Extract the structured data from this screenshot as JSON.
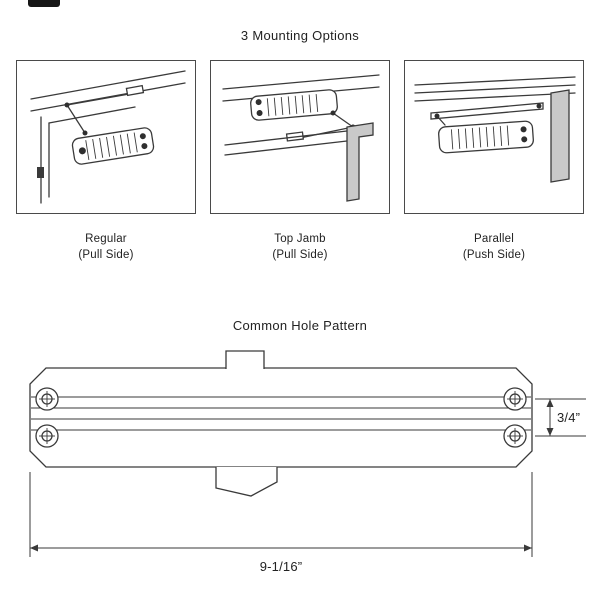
{
  "sections": {
    "mounting_title": "3 Mounting Options",
    "hole_pattern_title": "Common Hole Pattern"
  },
  "mounting_options": [
    {
      "name": "Regular",
      "side": "(Pull Side)"
    },
    {
      "name": "Top Jamb",
      "side": "(Pull Side)"
    },
    {
      "name": "Parallel",
      "side": "(Push Side)"
    }
  ],
  "hole_pattern": {
    "vertical_spacing": "3/4”",
    "overall_width": "9-1/16”"
  },
  "colors": {
    "line": "#3a3a3a",
    "panel_border": "#4a4a4a",
    "jamb_fill": "#c9c9c9",
    "background": "#ffffff"
  }
}
